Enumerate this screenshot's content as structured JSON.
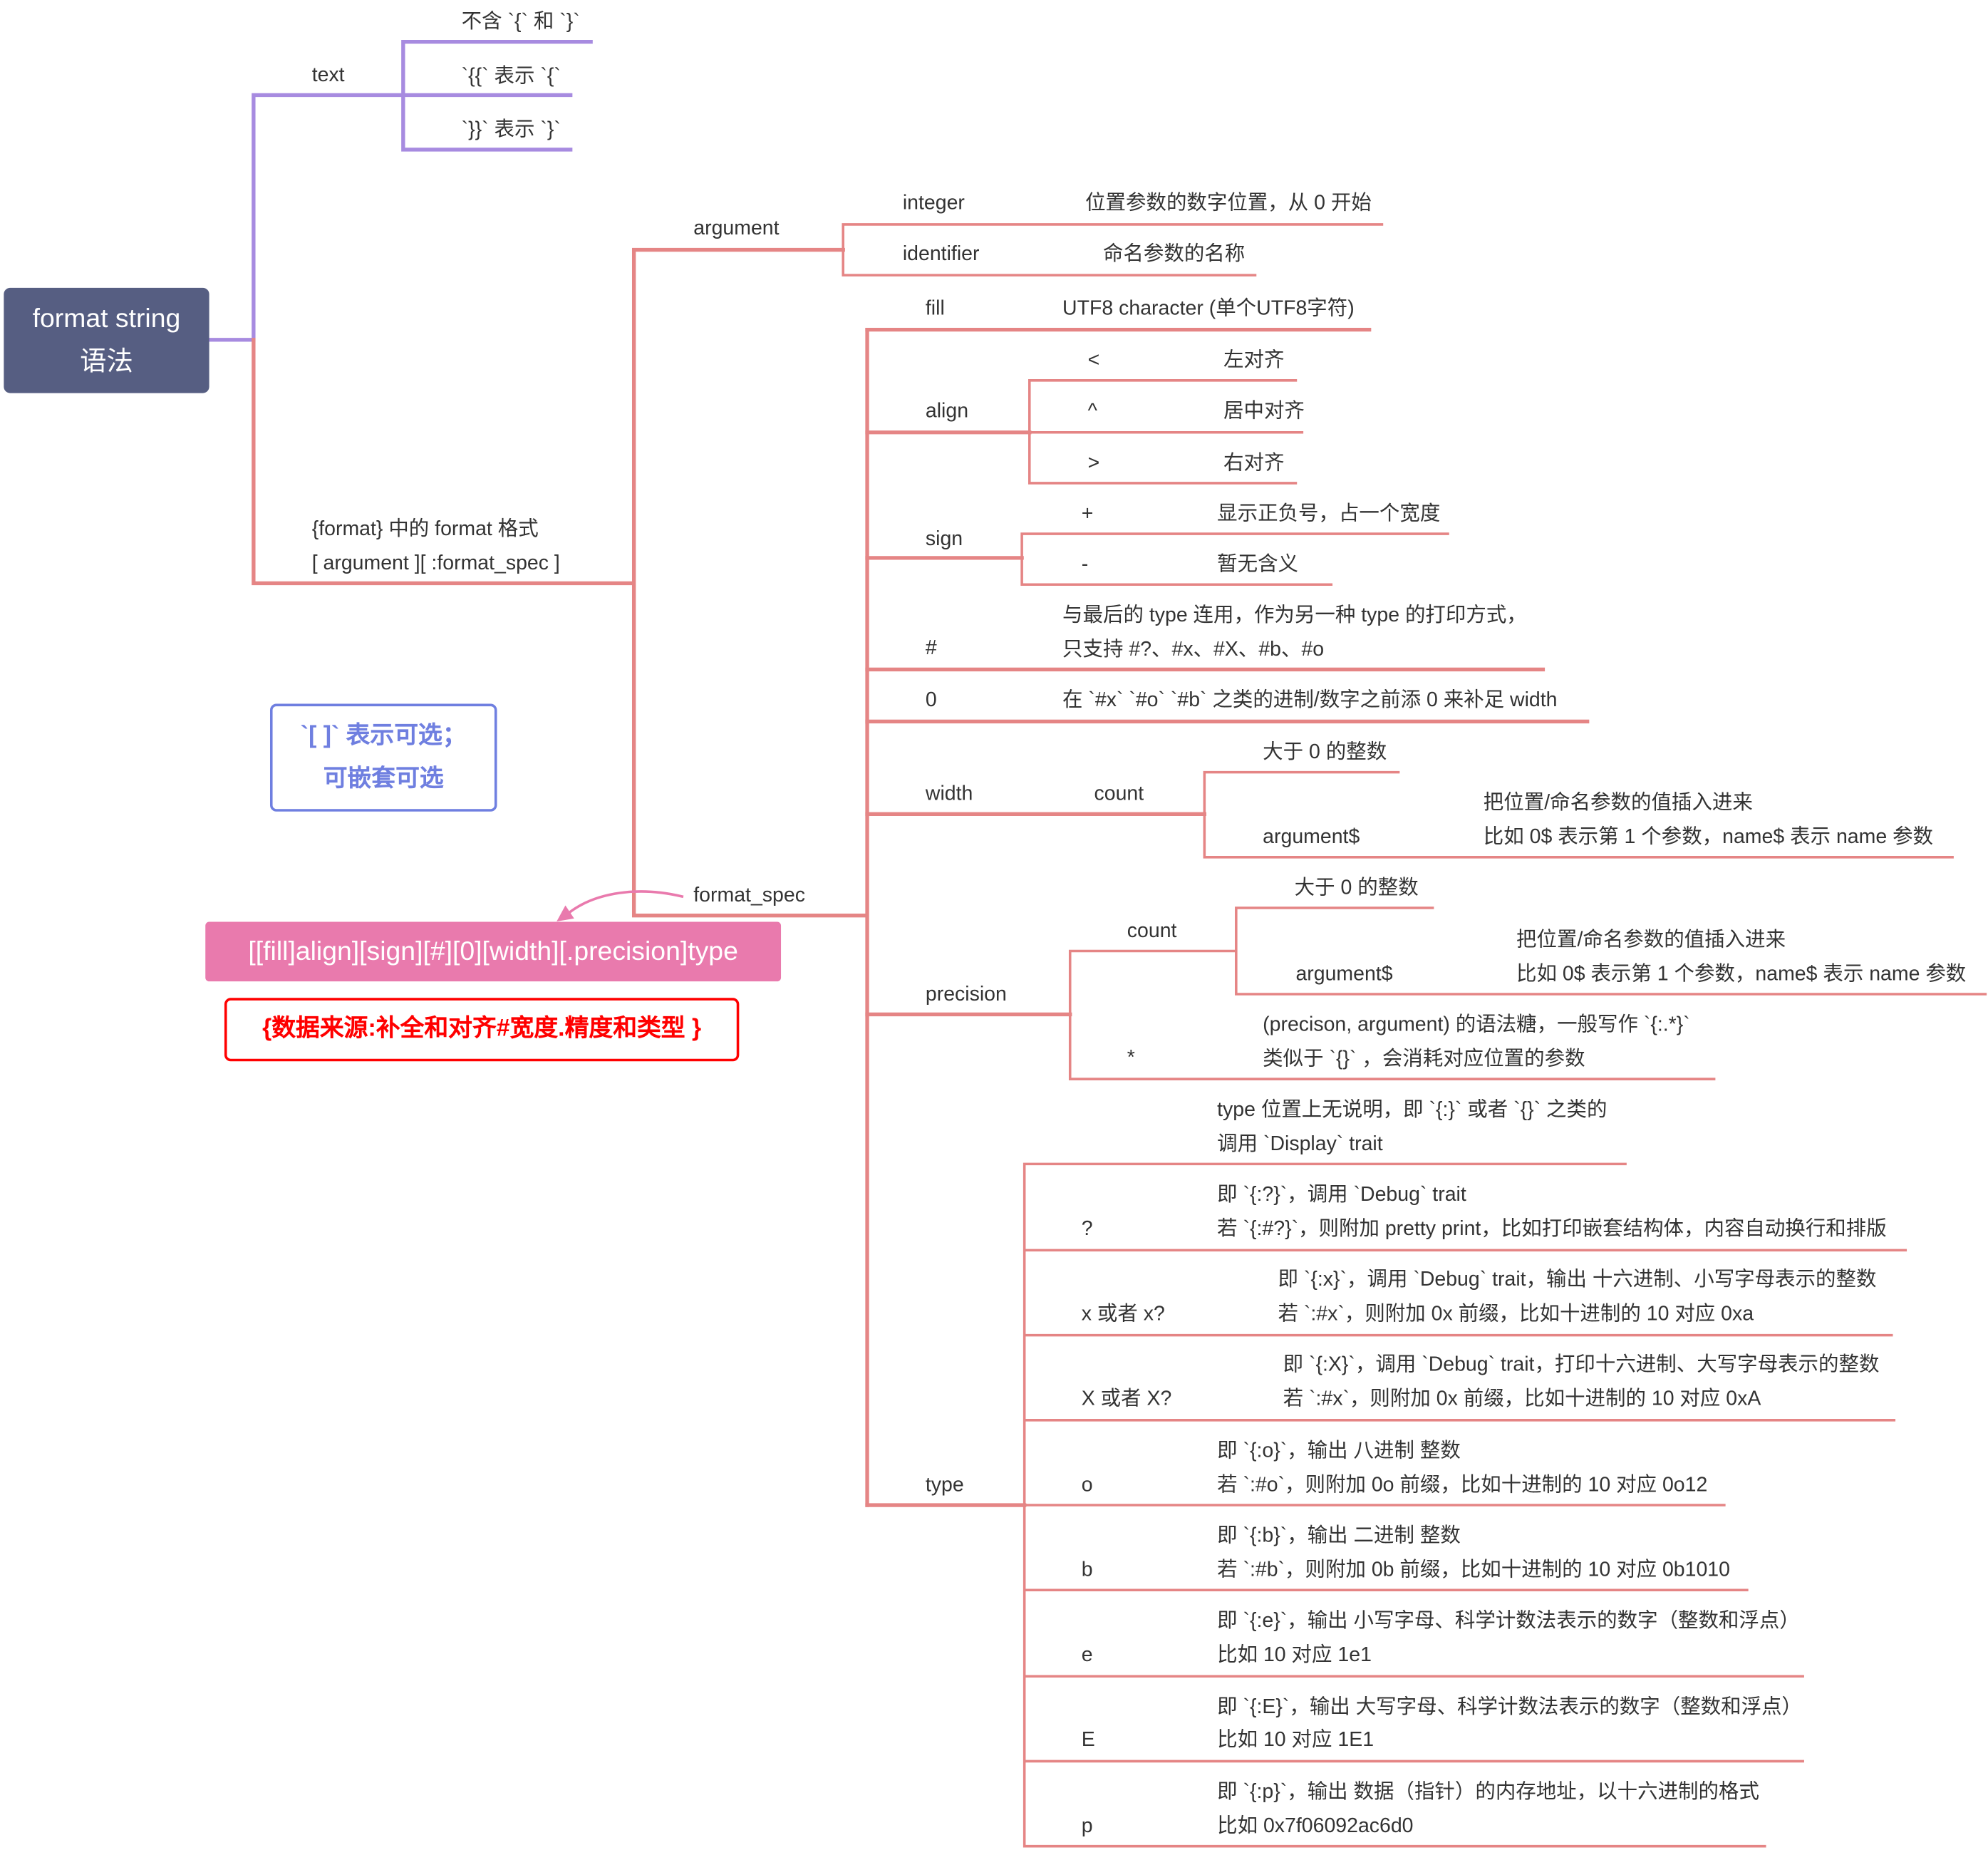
{
  "colors": {
    "root": "#565e82",
    "purple_branch": "#a78be0",
    "red_branch": "#e58585",
    "pink_node": "#e97aad",
    "blue_note": "#6f7fe0",
    "red_note": "#ff0000"
  },
  "root": {
    "line1": "format string",
    "line2": "语法"
  },
  "text_branch": {
    "label": "text",
    "items": [
      "不含 `{` 和 `}`",
      "`{{` 表示 `{`",
      "`}}` 表示 `}`"
    ]
  },
  "format_branch": {
    "line1": "{format} 中的 format 格式",
    "line2": "[ argument ][ :format_spec ]"
  },
  "argument": {
    "label": "argument",
    "integer": {
      "label": "integer",
      "desc": "位置参数的数字位置，从 0 开始"
    },
    "identifier": {
      "label": "identifier",
      "desc": "命名参数的名称"
    }
  },
  "format_spec": {
    "label": "format_spec",
    "fill": {
      "label": "fill",
      "desc": "UTF8 character (单个UTF8字符)"
    },
    "align": {
      "label": "align",
      "items": [
        {
          "sym": "<",
          "desc": "左对齐"
        },
        {
          "sym": "^",
          "desc": "居中对齐"
        },
        {
          "sym": ">",
          "desc": "右对齐"
        }
      ]
    },
    "sign": {
      "label": "sign",
      "items": [
        {
          "sym": "+",
          "desc": "显示正负号，占一个宽度"
        },
        {
          "sym": "-",
          "desc": "暂无含义"
        }
      ]
    },
    "hash": {
      "label": "#",
      "line1": "与最后的 type 连用，作为另一种 type 的打印方式，",
      "line2": "只支持 #?、#x、#X、#b、#o"
    },
    "zero": {
      "label": "0",
      "desc": "在 `#x` `#o` `#b` 之类的进制/数字之前添 0 来补足 width"
    },
    "width": {
      "label": "width",
      "count": "count",
      "gt0": "大于 0 的整数",
      "arg": "argument$",
      "arg_line1": "把位置/命名参数的值插入进来",
      "arg_line2": "比如 0$ 表示第 1 个参数，name$ 表示 name 参数"
    },
    "precision": {
      "label": "precision",
      "count": "count",
      "gt0": "大于 0 的整数",
      "arg": "argument$",
      "arg_line1": "把位置/命名参数的值插入进来",
      "arg_line2": "比如 0$ 表示第 1 个参数，name$ 表示 name 参数",
      "star": "*",
      "star_line1": "(precison, argument) 的语法糖，一般写作 `{:.*}`",
      "star_line2": "类似于 `{}` ，会消耗对应位置的参数"
    },
    "type": {
      "label": "type",
      "items": [
        {
          "sym": "",
          "line1": "type 位置上无说明，即 `{:}` 或者 `{}` 之类的",
          "line2": "调用 `Display` trait"
        },
        {
          "sym": "?",
          "line1": "即 `{:?}`，调用 `Debug` trait",
          "line2": "若 `{:#?}`，则附加 pretty print，比如打印嵌套结构体，内容自动换行和排版"
        },
        {
          "sym": "x 或者 x?",
          "line1": "即 `{:x}`，调用 `Debug` trait，输出 十六进制、小写字母表示的整数",
          "line2": "若 `:#x`，则附加 0x 前缀，比如十进制的 10 对应 0xa"
        },
        {
          "sym": "X 或者 X?",
          "line1": "即 `{:X}`，调用 `Debug` trait，打印十六进制、大写字母表示的整数",
          "line2": "若 `:#x`，则附加 0x 前缀，比如十进制的 10 对应 0xA"
        },
        {
          "sym": "o",
          "line1": "即 `{:o}`，输出 八进制 整数",
          "line2": "若 `:#o`，则附加 0o 前缀，比如十进制的 10 对应 0o12"
        },
        {
          "sym": "b",
          "line1": "即 `{:b}`，输出 二进制 整数",
          "line2": "若 `:#b`，则附加 0b 前缀，比如十进制的 10 对应 0b1010"
        },
        {
          "sym": "e",
          "line1": "即 `{:e}`，输出 小写字母、科学计数法表示的数字（整数和浮点）",
          "line2": "比如 10 对应 1e1"
        },
        {
          "sym": "E",
          "line1": "即 `{:E}`，输出 大写字母、科学计数法表示的数字（整数和浮点）",
          "line2": "比如 10 对应 1E1"
        },
        {
          "sym": "p",
          "line1": "即 `{:p}`，输出 数据（指针）的内存地址，以十六进制的格式",
          "line2": "比如 0x7f06092ac6d0"
        }
      ]
    }
  },
  "spec_summary": "[[fill]align][sign][#][0][width][.precision]type",
  "note_optional": {
    "line1": "`[ ]` 表示可选；",
    "line2": "可嵌套可选"
  },
  "note_source": "{数据来源:补全和对齐#宽度.精度和类型 }"
}
